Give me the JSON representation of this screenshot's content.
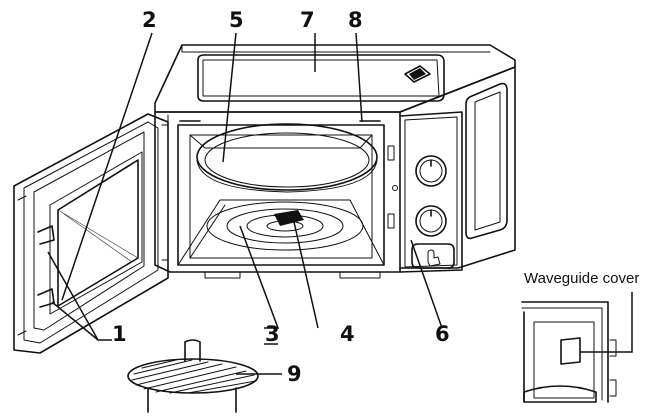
{
  "callouts": {
    "c1": "1",
    "c2": "2",
    "c3": "3",
    "c4": "4",
    "c5": "5",
    "c6": "6",
    "c7": "7",
    "c8": "8",
    "c9": "9"
  },
  "inset": {
    "caption": "Waveguide cover"
  },
  "colors": {
    "line": "#111111",
    "background": "#ffffff"
  }
}
